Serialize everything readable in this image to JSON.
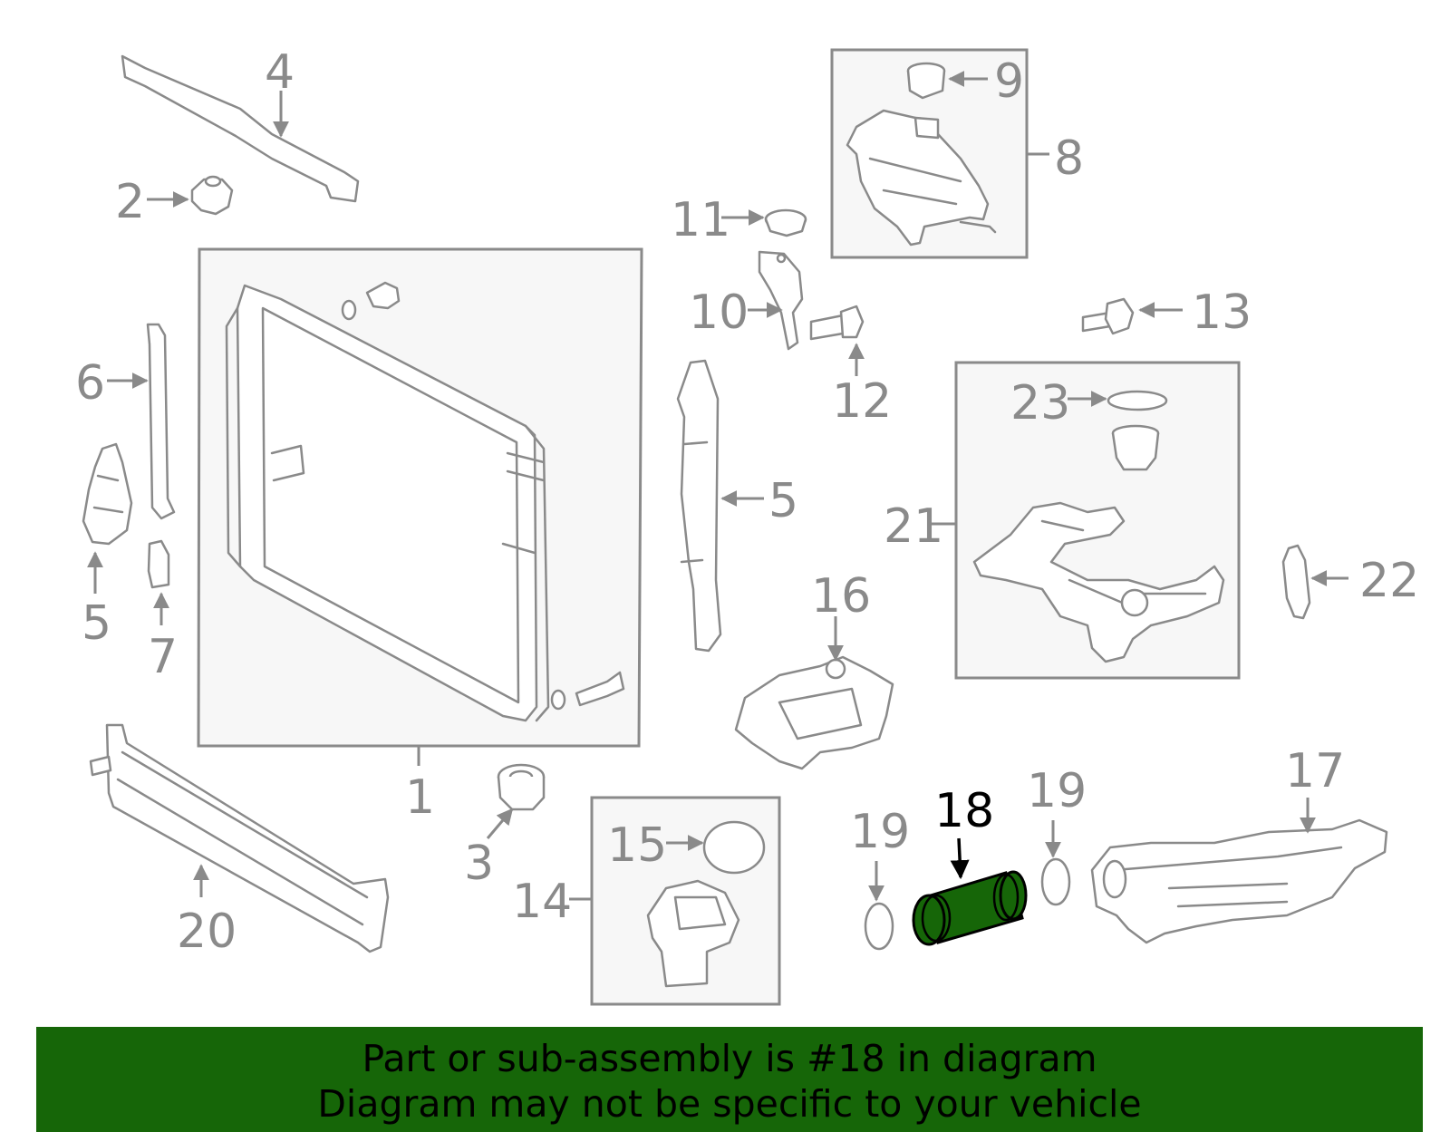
{
  "callouts": {
    "c1": "1",
    "c2": "2",
    "c3": "3",
    "c4": "4",
    "c5a": "5",
    "c5b": "5",
    "c6": "6",
    "c7": "7",
    "c8": "8",
    "c9": "9",
    "c10": "10",
    "c11": "11",
    "c12": "12",
    "c13": "13",
    "c14": "14",
    "c15": "15",
    "c16": "16",
    "c17": "17",
    "c18": "18",
    "c19a": "19",
    "c19b": "19",
    "c20": "20",
    "c21": "21",
    "c22": "22",
    "c23": "23"
  },
  "highlight": {
    "part": "18",
    "color": "#166608",
    "label_color": "#000000"
  },
  "colors": {
    "line": "#8a8a8a",
    "box_fill": "#f7f7f7",
    "banner": "#166608"
  },
  "banner": {
    "line1": "Part or sub-assembly is #18 in diagram",
    "line2": "Diagram may not be specific to your vehicle"
  }
}
